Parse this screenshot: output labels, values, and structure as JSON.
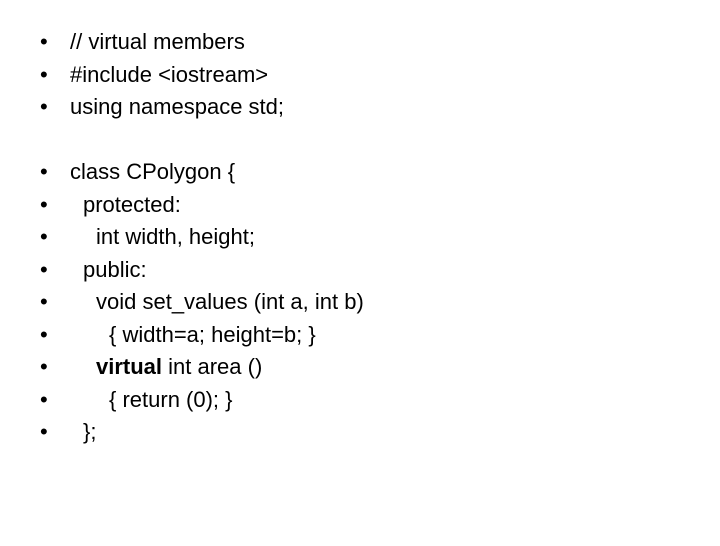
{
  "bullet_char": "•",
  "group_1": [
    {
      "text": "// virtual members"
    },
    {
      "text": "#include <iostream>"
    },
    {
      "text": "using namespace std;"
    }
  ],
  "group_2": [
    {
      "text": "class CPolygon {"
    },
    {
      "text": "protected:"
    },
    {
      "text": "int width, height;"
    },
    {
      "text": "public:"
    },
    {
      "text": "void set_values (int a, int b)"
    },
    {
      "text": "{ width=a; height=b; }"
    },
    {
      "bold": "virtual",
      "text": " int area ()"
    },
    {
      "text": "{ return (0); }"
    },
    {
      "text": "};"
    }
  ]
}
